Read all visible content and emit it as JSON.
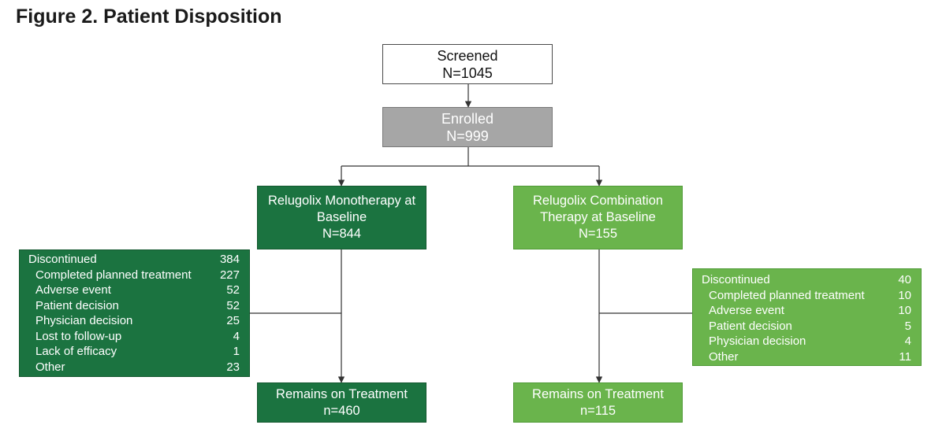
{
  "title": "Figure 2. Patient Disposition",
  "colors": {
    "dark_green": "#1b7340",
    "light_green": "#6ab44c",
    "gray": "#a6a6a6",
    "line": "#4a4a4a"
  },
  "screened": {
    "label": "Screened",
    "n": "N=1045"
  },
  "enrolled": {
    "label": "Enrolled",
    "n": "N=999"
  },
  "monotherapy": {
    "line1": "Relugolix Monotherapy at",
    "line2": "Baseline",
    "n": "N=844",
    "discontinued": {
      "header": {
        "label": "Discontinued",
        "value": "384"
      },
      "items": [
        {
          "label": "Completed planned treatment",
          "value": "227"
        },
        {
          "label": "Adverse event",
          "value": "52"
        },
        {
          "label": "Patient decision",
          "value": "52"
        },
        {
          "label": "Physician decision",
          "value": "25"
        },
        {
          "label": "Lost to follow-up",
          "value": "4"
        },
        {
          "label": "Lack of efficacy",
          "value": "1"
        },
        {
          "label": "Other",
          "value": "23"
        }
      ]
    },
    "remains": {
      "label": "Remains on Treatment",
      "n": "n=460"
    }
  },
  "combination": {
    "line1": "Relugolix Combination",
    "line2": "Therapy at Baseline",
    "n": "N=155",
    "discontinued": {
      "header": {
        "label": "Discontinued",
        "value": "40"
      },
      "items": [
        {
          "label": "Completed planned treatment",
          "value": "10"
        },
        {
          "label": "Adverse event",
          "value": "10"
        },
        {
          "label": "Patient decision",
          "value": "5"
        },
        {
          "label": "Physician decision",
          "value": "4"
        },
        {
          "label": "Other",
          "value": "11"
        }
      ]
    },
    "remains": {
      "label": "Remains on Treatment",
      "n": "n=115"
    }
  }
}
